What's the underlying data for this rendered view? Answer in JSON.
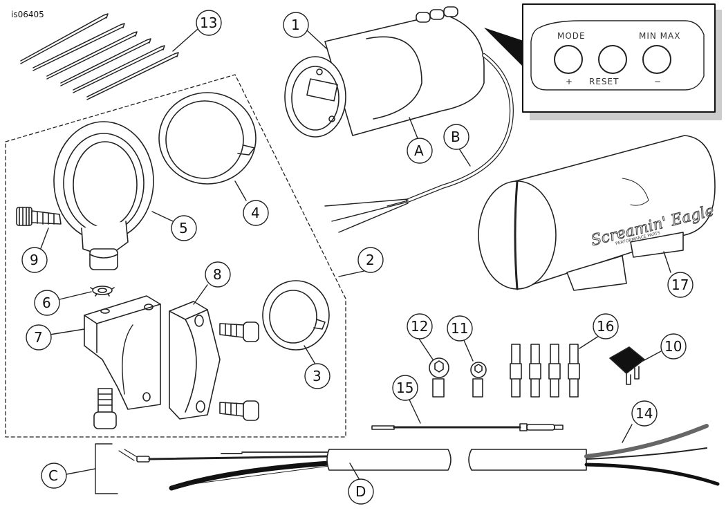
{
  "figure_id": "is06405",
  "callouts": [
    "1",
    "2",
    "3",
    "4",
    "5",
    "6",
    "7",
    "8",
    "9",
    "10",
    "11",
    "12",
    "13",
    "14",
    "15",
    "16",
    "17",
    "A",
    "B",
    "C",
    "D"
  ],
  "inset": {
    "button_labels": {
      "mode": "MODE",
      "plus": "+",
      "minmax": "MIN MAX",
      "minus": "−",
      "reset": "RESET"
    }
  },
  "logo": {
    "brand": "Screamin' Eagle",
    "sub": "PERFORMANCE PARTS"
  }
}
